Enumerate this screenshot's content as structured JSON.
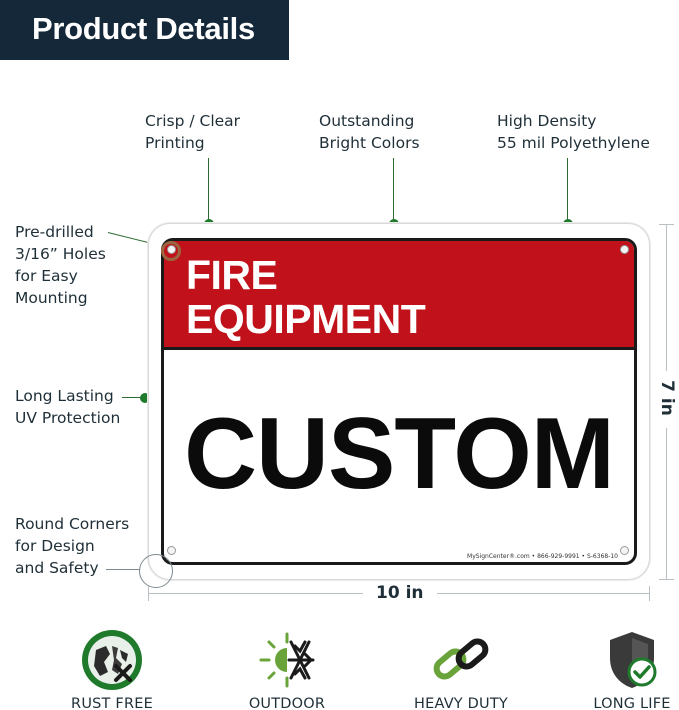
{
  "header": {
    "title": "Product Details"
  },
  "callouts": {
    "printing": [
      "Crisp / Clear",
      "Printing"
    ],
    "colors": [
      "Outstanding",
      "Bright Colors"
    ],
    "material": [
      "High Density",
      "55 mil Polyethylene"
    ],
    "holes": [
      "Pre-drilled",
      "3/16” Holes",
      "for Easy",
      "Mounting"
    ],
    "uv": [
      "Long Lasting",
      "UV Protection"
    ],
    "corners": [
      "Round Corners",
      "for Design",
      "and Safety"
    ]
  },
  "sign": {
    "header_lines": [
      "FIRE",
      "EQUIPMENT"
    ],
    "body_text": "CUSTOM",
    "footer": "MySignCenter®.com • 866-929-9991 • S-6368-10",
    "colors": {
      "header": "#c1121c",
      "border": "#1a1a1a",
      "body": "#ffffff"
    }
  },
  "dimensions": {
    "width": "10 in",
    "height": "7 in"
  },
  "features": [
    {
      "label": "RUST FREE",
      "icon": "rust-free-icon"
    },
    {
      "label": "OUTDOOR",
      "icon": "sun-snowflake-icon"
    },
    {
      "label": "HEAVY DUTY",
      "icon": "chain-link-icon"
    },
    {
      "label": "LONG LIFE",
      "icon": "shield-check-icon"
    }
  ],
  "accent_colors": {
    "navy": "#14283a",
    "green": "#1f7a2c",
    "red": "#c1121c"
  }
}
